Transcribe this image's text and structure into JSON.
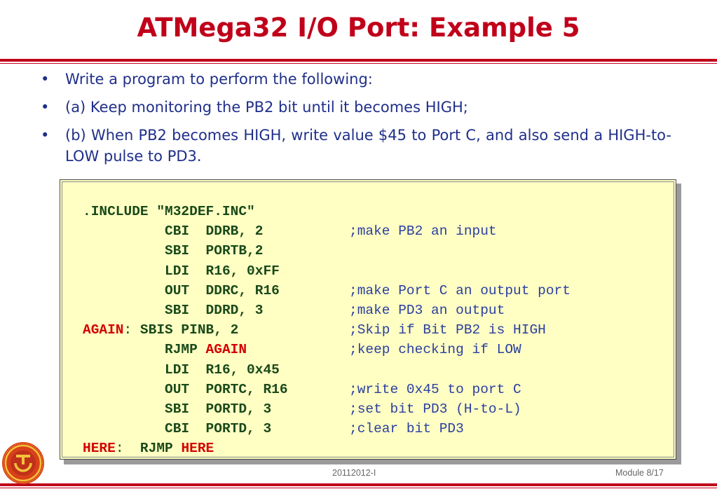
{
  "slide": {
    "title": "ATMega32 I/O Port: Example 5",
    "bullets": [
      "Write a program to perform the following:",
      "(a) Keep monitoring the PB2 bit until it becomes HIGH;",
      "(b) When PB2 becomes HIGH, write value $45 to Port C, and also send a HIGH-to-LOW pulse to PD3."
    ],
    "bullet_glyph": "•"
  },
  "code": {
    "lines": [
      {
        "label": "",
        "sep": "",
        "instr": ".INCLUDE \"M32DEF.INC\"",
        "comment": ""
      },
      {
        "label": "",
        "sep": "",
        "instr": "CBI  DDRB, 2",
        "comment": ";make PB2 an input"
      },
      {
        "label": "",
        "sep": "",
        "instr": "SBI  PORTB,2",
        "comment": ""
      },
      {
        "label": "",
        "sep": "",
        "instr": "LDI  R16, 0xFF",
        "comment": ""
      },
      {
        "label": "",
        "sep": "",
        "instr": "OUT  DDRC, R16",
        "comment": ";make Port C an output port"
      },
      {
        "label": "",
        "sep": "",
        "instr": "SBI  DDRD, 3",
        "comment": ";make PD3 an output"
      },
      {
        "label": "AGAIN",
        "sep": ": ",
        "instr": "SBIS PINB, 2",
        "comment": ";Skip if Bit PB2 is HIGH"
      },
      {
        "label": "",
        "sep": "",
        "instr": "RJMP ",
        "target": "AGAIN",
        "comment": ";keep checking if LOW"
      },
      {
        "label": "",
        "sep": "",
        "instr": "LDI  R16, 0x45",
        "comment": ""
      },
      {
        "label": "",
        "sep": "",
        "instr": "OUT  PORTC, R16",
        "comment": ";write 0x45 to port C"
      },
      {
        "label": "",
        "sep": "",
        "instr": "SBI  PORTD, 3",
        "comment": ";set bit PD3 (H-to-L)"
      },
      {
        "label": "",
        "sep": "",
        "instr": "CBI  PORTD, 3",
        "comment": ";clear bit PD3"
      },
      {
        "label": "HERE",
        "sep": ":  ",
        "instr": "RJMP ",
        "target": "HERE",
        "comment": ""
      }
    ]
  },
  "footer": {
    "center": "20112012-I",
    "right": "Module 8/17"
  },
  "colors": {
    "accent_red": "#c0001a",
    "bullet_blue": "#1f2f8a",
    "code_bg": "#ffffc4",
    "code_green": "#1a4a1a",
    "label_red": "#d40000",
    "comment_blue": "#2a3fa0"
  },
  "icons": {
    "logo": "university-seal-icon"
  }
}
